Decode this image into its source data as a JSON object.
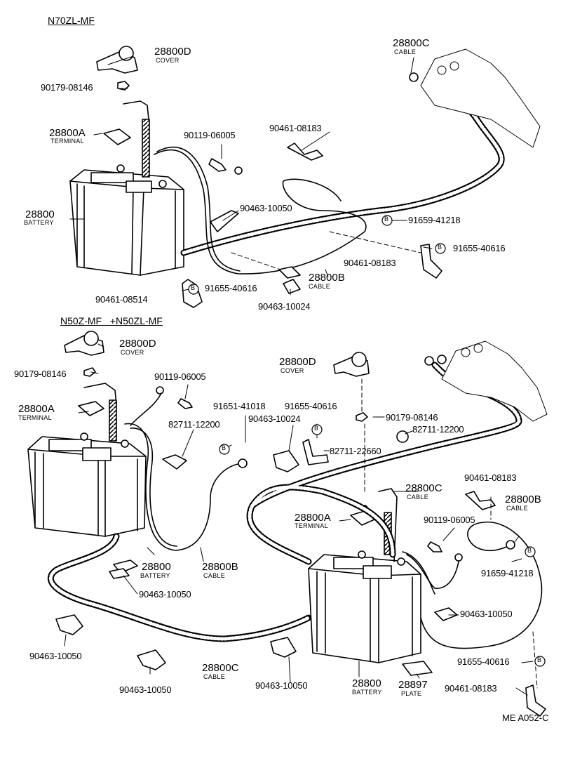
{
  "sections": {
    "top_model": "N70ZL-MF",
    "bottom_models": "N50Z-MF   +N50ZL-MF"
  },
  "top": {
    "p28800D": "28800D",
    "p28800D_sub": "COVER",
    "p90179": "90179-08146",
    "p28800A": "28800A",
    "p28800A_sub": "TERMINAL",
    "p90119": "90119-06005",
    "p90461a": "90461-08183",
    "p28800C": "28800C",
    "p28800C_sub": "CABLE",
    "p28800": "28800",
    "p28800_sub": "BATTERY",
    "p90463a": "90463-10050",
    "p91659": "91659-41218",
    "p91655a": "91655-40616",
    "p90461b": "90461-08183",
    "p28800B": "28800B",
    "p28800B_sub": "CABLE",
    "p90461c": "90461-08514",
    "p91655b": "91655-40616",
    "p90463b": "90463-10024",
    "b_mark": "B"
  },
  "bottom": {
    "p28800D_l": "28800D",
    "p28800D_l_sub": "COVER",
    "p90179_l": "90179-08146",
    "p90119_l": "90119-06005",
    "p28800A_l": "28800A",
    "p28800A_l_sub": "TERMINAL",
    "p82711a": "82711-12200",
    "p91651": "91651-41018",
    "p91655c": "91655-40616",
    "p90463c": "90463-10024",
    "p28800D_r": "28800D",
    "p28800D_r_sub": "COVER",
    "p90179_r": "90179-08146",
    "p82711b": "82711-12200",
    "p82711c": "82711-22660",
    "p28800C_r": "28800C",
    "p28800C_r_sub": "CABLE",
    "p28800A_r": "28800A",
    "p28800A_r_sub": "TERMINAL",
    "p90119_r": "90119-06005",
    "p90461d": "90461-08183",
    "p28800B_r": "28800B",
    "p28800B_r_sub": "CABLE",
    "p91659_r": "91659-41218",
    "p28800_l": "28800",
    "p28800_l_sub": "BATTERY",
    "p28800B_l": "28800B",
    "p28800B_l_sub": "CABLE",
    "p90463d": "90463-10050",
    "p90463e": "90463-10050",
    "p90463f": "90463-10050",
    "p90463g": "90463-10050",
    "p90463h": "90463-10050",
    "p28800C_b": "28800C",
    "p28800C_b_sub": "CABLE",
    "p28800_r": "28800",
    "p28800_r_sub": "BATTERY",
    "p28897": "28897",
    "p28897_sub": "PLATE",
    "p91655d": "91655-40616",
    "p90461e": "90461-08183"
  },
  "footer_code": "ME A052-C"
}
